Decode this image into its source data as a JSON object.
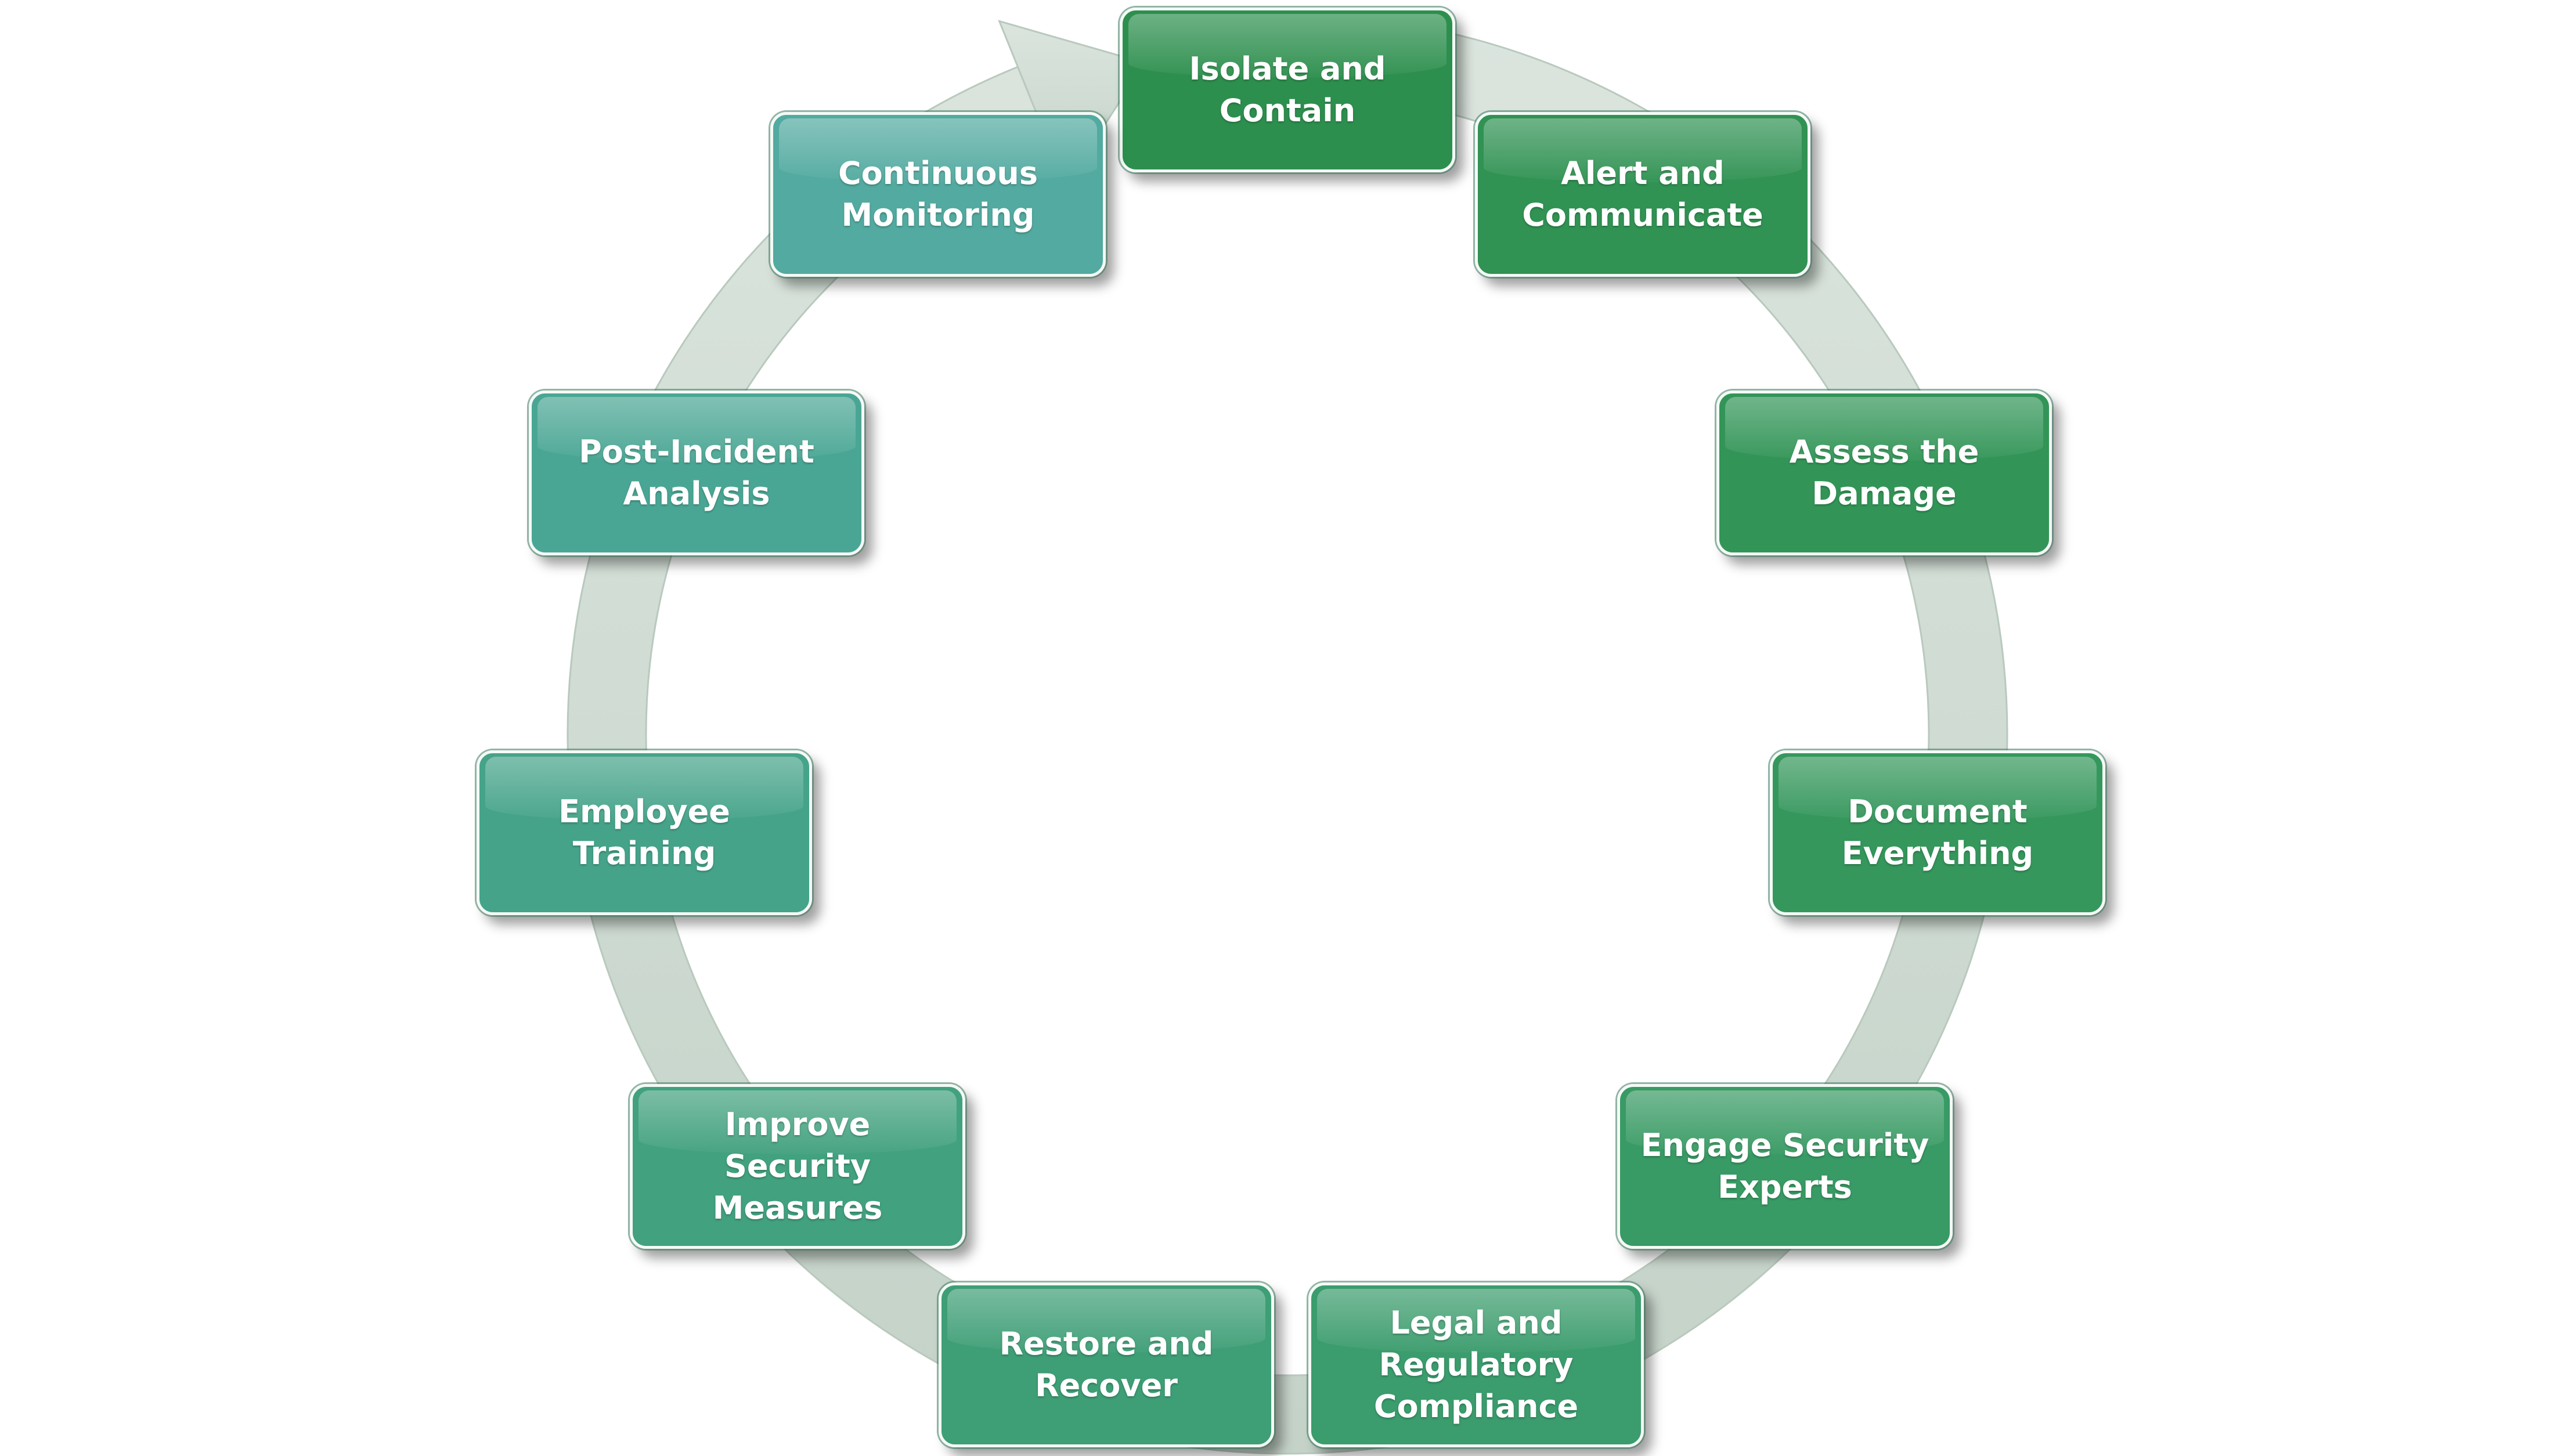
{
  "diagram": {
    "type": "cycle",
    "arrow_color": "#ccd8d0",
    "arrow_edge_color": "#aebfb4",
    "steps": [
      {
        "label": "Isolate and\nContain",
        "color": "#2d8f4e"
      },
      {
        "label": "Alert and\nCommunicate",
        "color": "#309253"
      },
      {
        "label": "Assess the Damage",
        "color": "#329557"
      },
      {
        "label": "Document\nEverything",
        "color": "#35975c"
      },
      {
        "label": "Engage Security\nExperts",
        "color": "#389a64"
      },
      {
        "label": "Legal and\nRegulatory\nCompliance",
        "color": "#3b9c6d"
      },
      {
        "label": "Restore and\nRecover",
        "color": "#3e9e76"
      },
      {
        "label": "Improve Security\nMeasures",
        "color": "#42a17f"
      },
      {
        "label": "Employee Training",
        "color": "#45a389"
      },
      {
        "label": "Post-Incident\nAnalysis",
        "color": "#4aa694"
      },
      {
        "label": "Continuous\nMonitoring",
        "color": "#52aaa0"
      }
    ]
  }
}
